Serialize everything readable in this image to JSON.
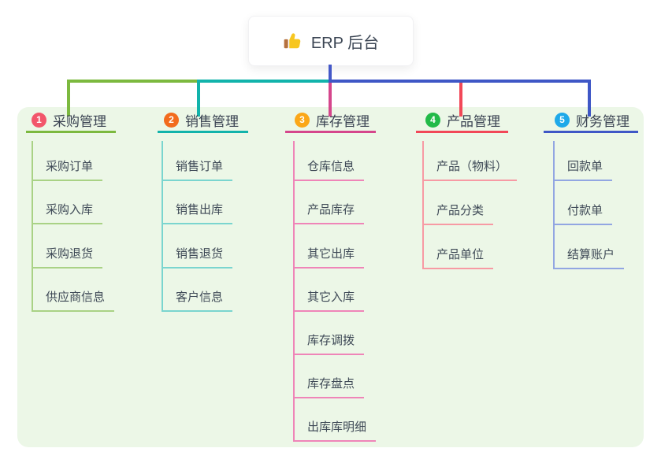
{
  "root": {
    "label": "ERP 后台",
    "icon": "thumbs-up",
    "line_color": "#4458c8"
  },
  "panel_color": "#ecf7e7",
  "branches": [
    {
      "num": "1",
      "label": "采购管理",
      "color": "#7cb93f",
      "light": "#a9d285",
      "badge_color": "#f2566b",
      "children": [
        "采购订单",
        "采购入库",
        "采购退货",
        "供应商信息"
      ]
    },
    {
      "num": "2",
      "label": "销售管理",
      "color": "#12b3ab",
      "light": "#7ad5cf",
      "badge_color": "#f26b1d",
      "children": [
        "销售订单",
        "销售出库",
        "销售退货",
        "客户信息"
      ]
    },
    {
      "num": "3",
      "label": "库存管理",
      "color": "#d5468c",
      "light": "#ef85b8",
      "badge_color": "#fba718",
      "children": [
        "仓库信息",
        "产品库存",
        "其它出库",
        "其它入库",
        "库存调拨",
        "库存盘点",
        "出库库明细"
      ]
    },
    {
      "num": "4",
      "label": "产品管理",
      "color": "#f24858",
      "light": "#f79aa4",
      "badge_color": "#22ba48",
      "children": [
        "产品（物料）",
        "产品分类",
        "产品单位"
      ]
    },
    {
      "num": "5",
      "label": "财务管理",
      "color": "#3f57c6",
      "light": "#92a6e2",
      "badge_color": "#1ea9e9",
      "children": [
        "回款单",
        "付款单",
        "结算账户"
      ]
    }
  ]
}
